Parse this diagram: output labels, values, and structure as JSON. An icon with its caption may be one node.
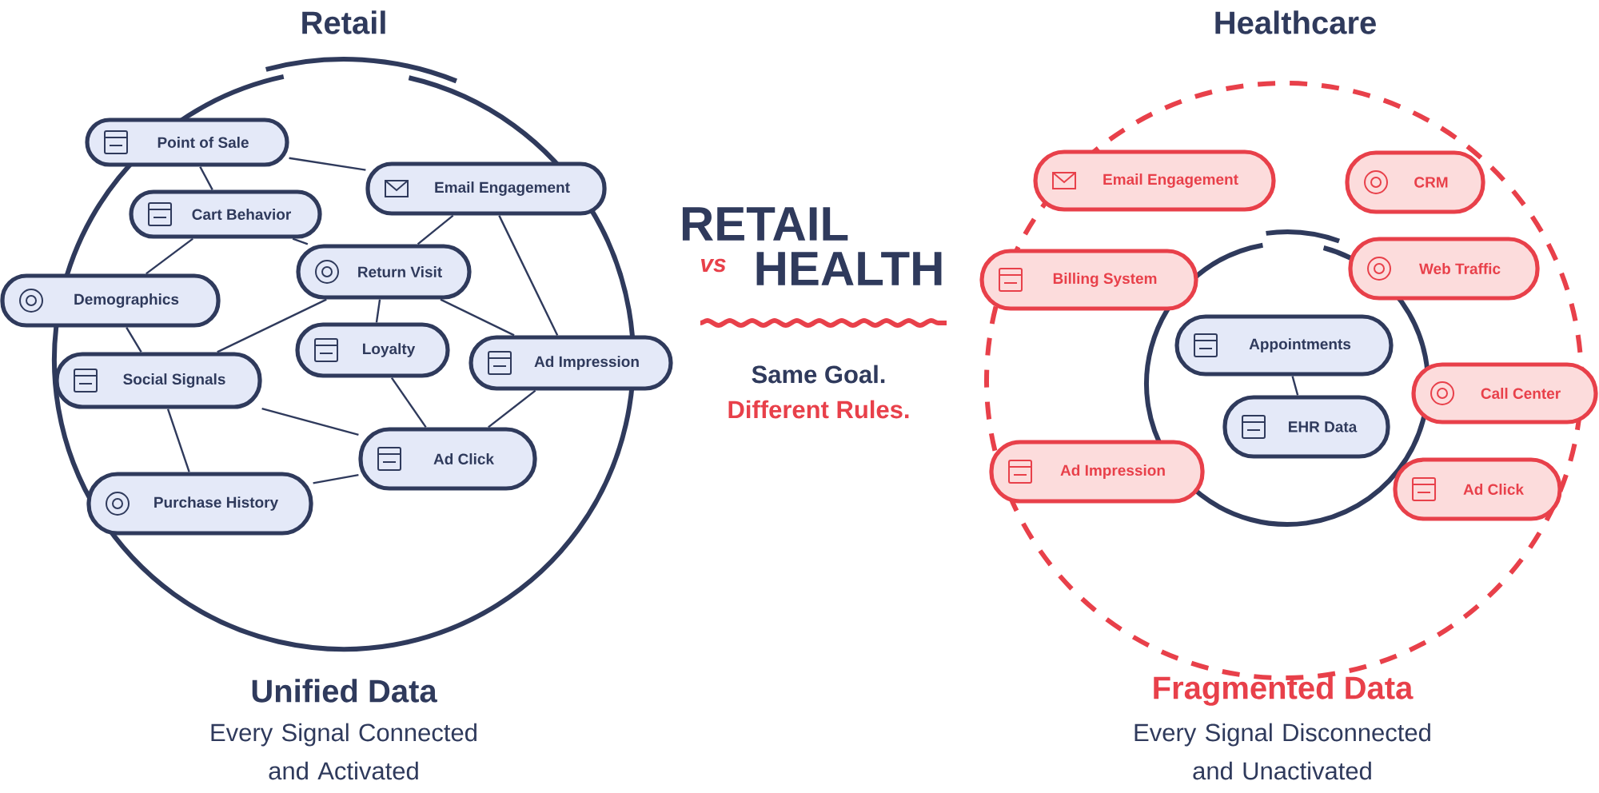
{
  "diagram": {
    "nodes": [
      {
        "text": [
          "Point of Sale"
        ]
      },
      {
        "text": [
          "Email Engagement"
        ]
      },
      {
        "text": [
          "Cart Behavior"
        ]
      },
      {
        "text": [
          "Return Visit"
        ]
      },
      {
        "text": [
          "Demographics"
        ]
      },
      {
        "text": [
          "Loyalty"
        ]
      },
      {
        "text": [
          "Ad Impression"
        ]
      },
      {
        "text": [
          "Social Signals"
        ]
      },
      {
        "text": [
          "Ad Click"
        ]
      },
      {
        "text": [
          "Purchase History"
        ]
      },
      {
        "text": [
          "Email Engagement"
        ]
      },
      {
        "text": [
          "CRM"
        ]
      },
      {
        "text": [
          "Billing System"
        ]
      },
      {
        "text": [
          "Web Traffic"
        ]
      },
      {
        "text": [
          "Appointments"
        ]
      },
      {
        "text": [
          "Call Center"
        ]
      },
      {
        "text": [
          "EHR Data"
        ]
      },
      {
        "text": [
          "Ad Impression"
        ]
      },
      {
        "text": [
          "Ad Click"
        ]
      }
    ],
    "edges": [
      {
        "from": 0,
        "to": 1,
        "arrow": "none"
      },
      {
        "from": 0,
        "to": 2,
        "arrow": "none"
      },
      {
        "from": 2,
        "to": 3,
        "arrow": "none"
      },
      {
        "from": 2,
        "to": 4,
        "arrow": "none"
      },
      {
        "from": 1,
        "to": 3,
        "arrow": "none"
      },
      {
        "from": 1,
        "to": 6,
        "arrow": "none"
      },
      {
        "from": 3,
        "to": 5,
        "arrow": "none"
      },
      {
        "from": 3,
        "to": 7,
        "arrow": "none"
      },
      {
        "from": 3,
        "to": 6,
        "arrow": "none"
      },
      {
        "from": 4,
        "to": 7,
        "arrow": "none"
      },
      {
        "from": 5,
        "to": 8,
        "arrow": "none"
      },
      {
        "from": 6,
        "to": 8,
        "arrow": "none"
      },
      {
        "from": 7,
        "to": 8,
        "arrow": "none"
      },
      {
        "from": 7,
        "to": 9,
        "arrow": "none"
      },
      {
        "from": 9,
        "to": 8,
        "arrow": "none"
      },
      {
        "from": 14,
        "to": 16,
        "arrow": "none"
      }
    ],
    "labels": [
      "Retail",
      "Healthcare",
      "RETAIL",
      "vs",
      "HEALTH",
      "Same Goal.",
      "Different Rules.",
      "Unified Data",
      "Every Signal Connected and Activated",
      "Fragmented Data",
      "Every Signal Disconnected and Unactivated"
    ]
  }
}
